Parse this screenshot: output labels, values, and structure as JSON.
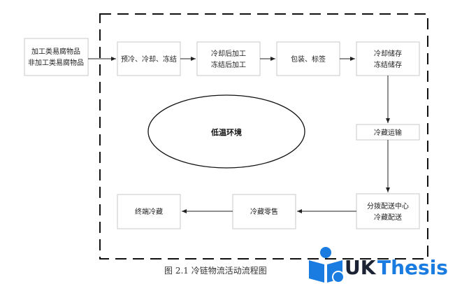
{
  "diagram": {
    "input": [
      "加工类易腐物品",
      "非加工类易腐物品"
    ],
    "steps": [
      [
        "预冷、冷却、冻结"
      ],
      [
        "冷却后加工",
        "冻结后加工"
      ],
      [
        "包装、标签"
      ],
      [
        "冷却储存",
        "冻结储存"
      ],
      [
        "冷藏运输"
      ],
      [
        "分拨配送中心",
        "冷藏配送"
      ],
      [
        "冷藏零售"
      ],
      [
        "终端冷藏"
      ]
    ],
    "environment": "低温环境",
    "caption": "图 2.1  冷链物流活动流程图"
  },
  "watermark": {
    "text_uk": "UKThesis",
    "colors": {
      "blue": "#1a7be0",
      "dark": "#1b2233"
    }
  }
}
